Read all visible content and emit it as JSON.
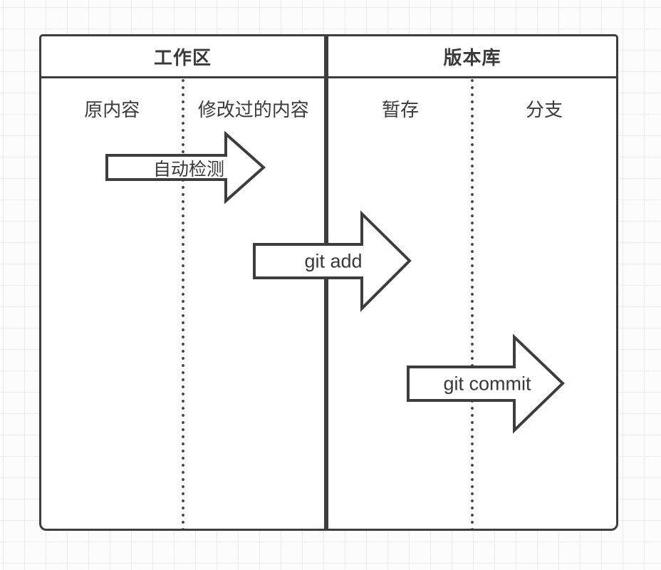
{
  "colors": {
    "line": "#3d3d3d",
    "text": "#3a3a3a",
    "box_fill": "#ffffff",
    "grid_line": "#ececec",
    "background": "#fcfcfc"
  },
  "sections": [
    {
      "id": "working-area",
      "title": "工作区",
      "columns": [
        {
          "label": "原内容"
        },
        {
          "label": "修改过的内容"
        }
      ]
    },
    {
      "id": "repository",
      "title": "版本库",
      "columns": [
        {
          "label": "暂存"
        },
        {
          "label": "分支"
        }
      ]
    }
  ],
  "arrows": [
    {
      "id": "auto-detect",
      "label": "自动检测"
    },
    {
      "id": "git-add",
      "label": "git add"
    },
    {
      "id": "git-commit",
      "label": "git commit"
    }
  ]
}
